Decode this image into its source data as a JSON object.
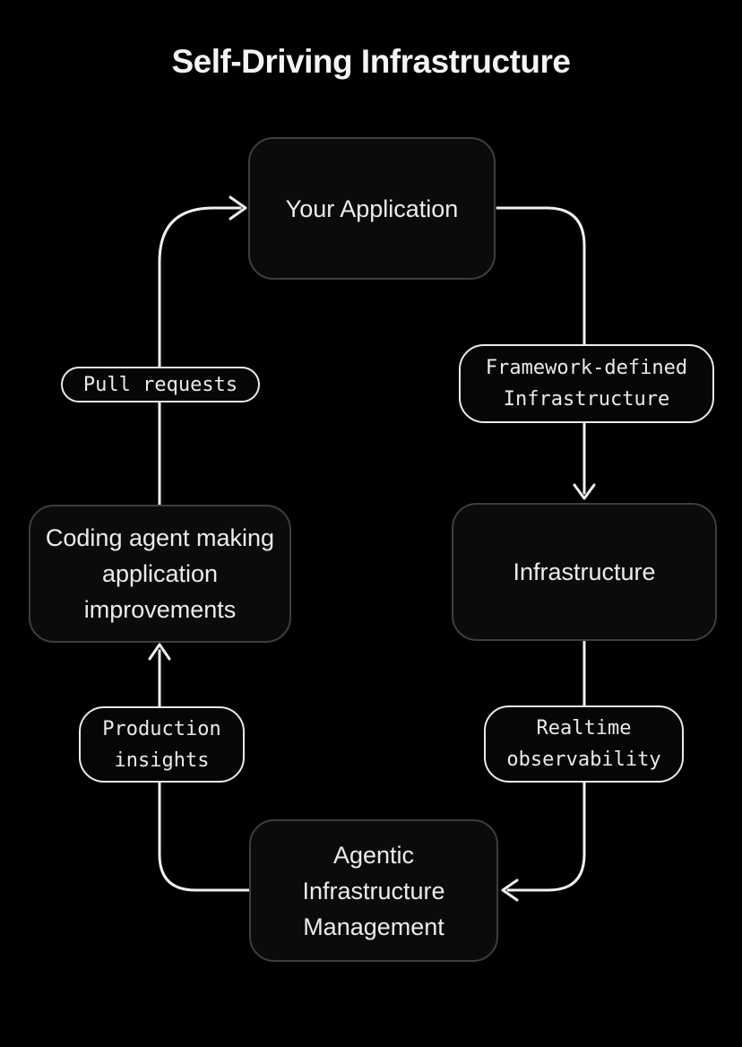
{
  "title": "Self-Driving Infrastructure",
  "nodes": {
    "your_application": {
      "label": "Your Application"
    },
    "infrastructure": {
      "label": "Infrastructure"
    },
    "coding_agent": {
      "label": "Coding agent making application improvements"
    },
    "agentic_management": {
      "label": "Agentic Infrastructure Management"
    }
  },
  "edges": {
    "framework_defined": {
      "from": "your_application",
      "to": "infrastructure",
      "label": "Framework-defined Infrastructure"
    },
    "realtime_observability": {
      "from": "infrastructure",
      "to": "agentic_management",
      "label": "Realtime observability"
    },
    "production_insights": {
      "from": "agentic_management",
      "to": "coding_agent",
      "label": "Production insights"
    },
    "pull_requests": {
      "from": "coding_agent",
      "to": "your_application",
      "label": "Pull requests"
    }
  },
  "colors": {
    "background": "#000000",
    "node_fill": "#0b0b0b",
    "node_border": "#3e3e3e",
    "node_text": "#ececec",
    "pill_fill": "#060606",
    "pill_border": "#eaeaea",
    "pill_text": "#eaeaea",
    "connector": "#f1f1f1",
    "title_text": "#f4f4f4"
  }
}
